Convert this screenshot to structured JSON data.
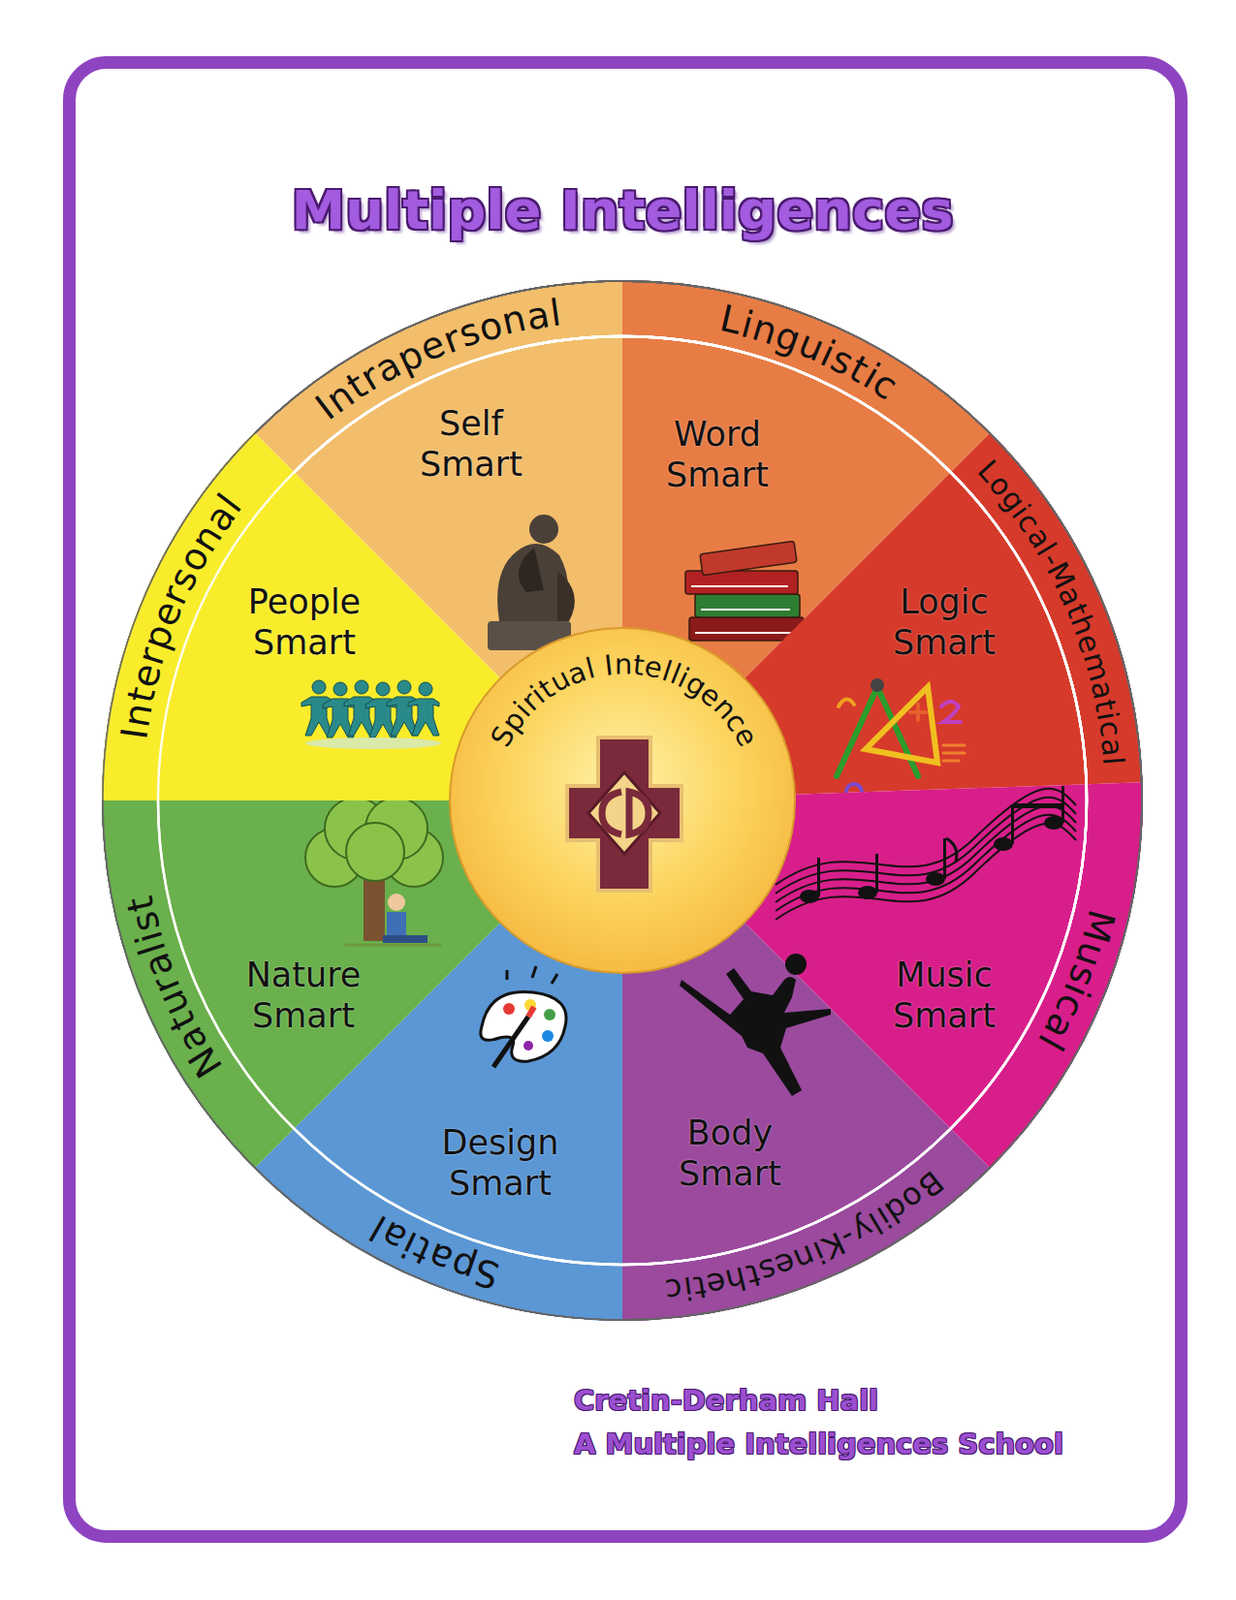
{
  "diagram": {
    "title": "Multiple Intelligences",
    "nodes": [
      {
        "text": [
          "Intrapersonal",
          "Self Smart"
        ]
      },
      {
        "text": [
          "Linguistic",
          "Word Smart"
        ]
      },
      {
        "text": [
          "Logical-Mathematical",
          "Logic Smart"
        ]
      },
      {
        "text": [
          "Musical",
          "Music Smart"
        ]
      },
      {
        "text": [
          "Bodily-Kinesthetic",
          "Body Smart"
        ]
      },
      {
        "text": [
          "Spatial",
          "Design Smart"
        ]
      },
      {
        "text": [
          "Naturalist",
          "Nature Smart"
        ]
      },
      {
        "text": [
          "Interpersonal",
          "People Smart"
        ]
      },
      {
        "text": [
          "Spiritual Intelligence"
        ]
      }
    ],
    "labels": [
      "Cretin-Derham Hall",
      "A Multiple Intelligences School"
    ]
  }
}
